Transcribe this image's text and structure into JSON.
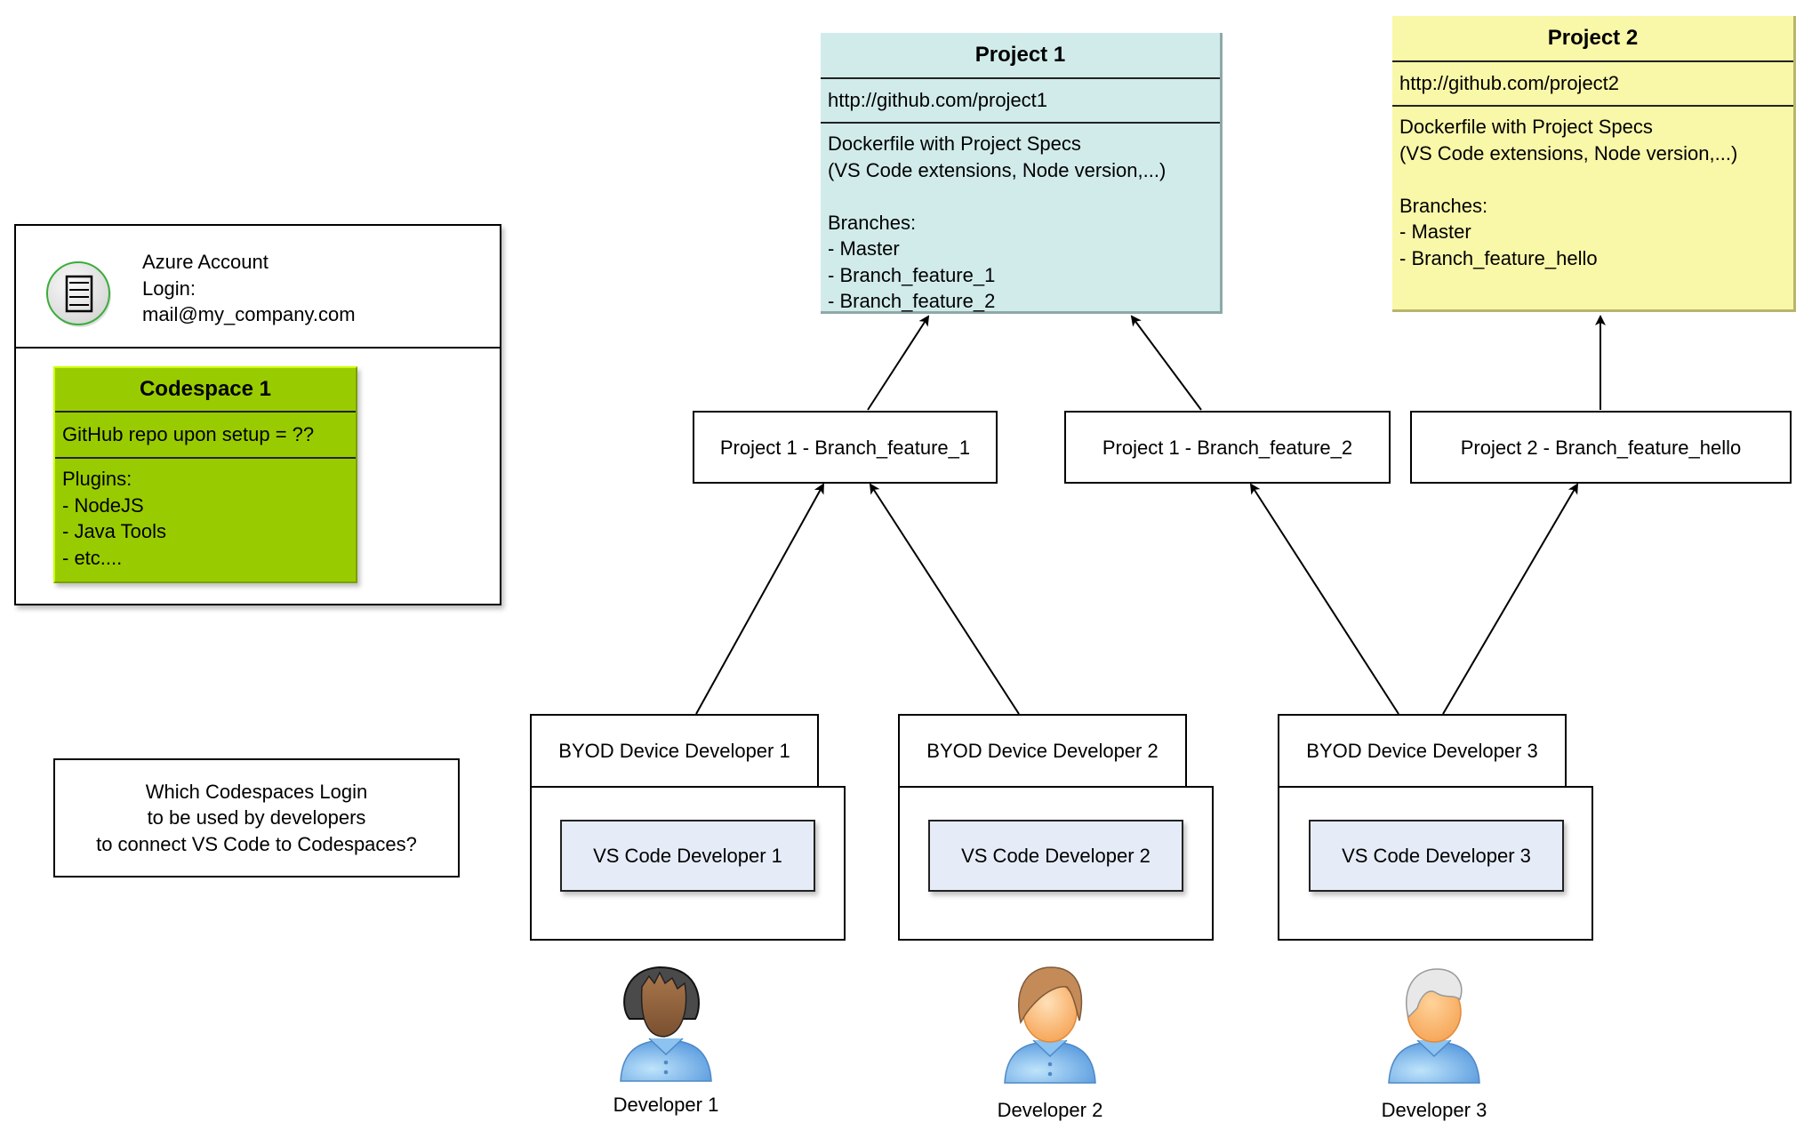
{
  "azure_account": {
    "icon": "server-list-icon",
    "text": "Azure Account\nLogin:\nmail@my_company.com"
  },
  "codespace": {
    "title": "Codespace 1",
    "repo": "GitHub repo upon setup = ??",
    "body": "Plugins:\n- NodeJS\n- Java Tools\n- etc...."
  },
  "question_note": "Which Codespaces Login\nto be used by developers\nto connect VS Code to Codespaces?",
  "projects": [
    {
      "title": "Project 1",
      "url": "http://github.com/project1",
      "body": "Dockerfile with Project Specs\n(VS Code extensions, Node version,...)\n\nBranches:\n- Master\n- Branch_feature_1\n- Branch_feature_2",
      "color": "#d1ebeb"
    },
    {
      "title": "Project 2",
      "url": "http://github.com/project2",
      "body": "Dockerfile with Project Specs\n(VS Code extensions, Node version,...)\n\nBranches:\n- Master\n- Branch_feature_hello",
      "color": "#f9f7a8"
    }
  ],
  "branches": [
    {
      "label": "Project 1 - Branch_feature_1"
    },
    {
      "label": "Project 1 - Branch_feature_2"
    },
    {
      "label": "Project 2 - Branch_feature_hello"
    }
  ],
  "devices": [
    {
      "label": "BYOD Device Developer 1",
      "vscode": "VS Code Developer 1"
    },
    {
      "label": "BYOD Device Developer 2",
      "vscode": "VS Code Developer 2"
    },
    {
      "label": "BYOD Device Developer 3",
      "vscode": "VS Code Developer 3"
    }
  ],
  "developers": [
    {
      "label": "Developer 1",
      "icon": "developer-dark-hair-icon"
    },
    {
      "label": "Developer 2",
      "icon": "developer-brown-hair-icon"
    },
    {
      "label": "Developer 3",
      "icon": "developer-gray-hair-icon"
    }
  ],
  "connections": [
    {
      "from": "branch-1",
      "to": "project-1"
    },
    {
      "from": "branch-2",
      "to": "project-1"
    },
    {
      "from": "branch-3",
      "to": "project-2"
    },
    {
      "from": "device-1",
      "to": "branch-1"
    },
    {
      "from": "device-2",
      "to": "branch-1"
    },
    {
      "from": "device-3",
      "to": "branch-2"
    },
    {
      "from": "device-3",
      "to": "branch-3"
    }
  ],
  "colors": {
    "codespace_fill": "#99cc00",
    "vscode_fill": "#e6ecf7",
    "project1_fill": "#d1ebeb",
    "project2_fill": "#f9f7a8",
    "icon_ring": "#3aad3a"
  }
}
